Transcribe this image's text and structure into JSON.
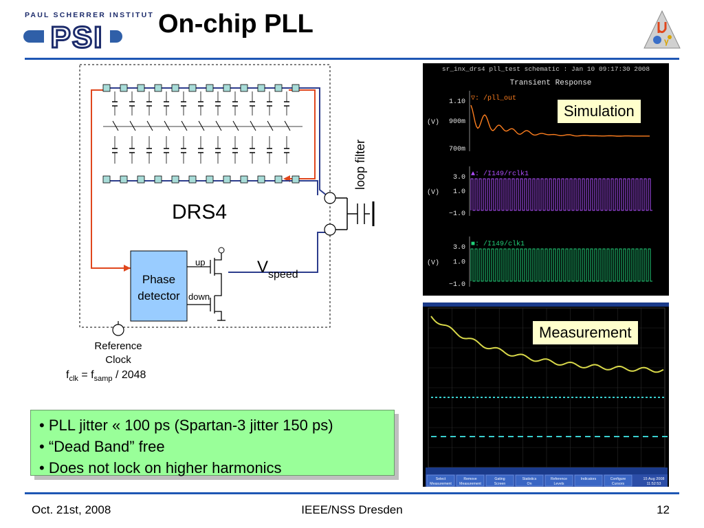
{
  "header": {
    "logo_text": "PAUL SCHERRER INSTITUT",
    "logo_mark": "PSI",
    "title": "On-chip PLL"
  },
  "schematic": {
    "chip_label": "DRS4",
    "phase_detector": [
      "Phase",
      "detector"
    ],
    "up_label": "up",
    "down_label": "down",
    "vspeed_main": "V",
    "vspeed_sub": "speed",
    "loop_filter": "loop filter",
    "reference_clock": [
      "Reference",
      "Clock"
    ],
    "fclk_f": "f",
    "fclk_sub": "clk",
    "fclk_eq": " = f",
    "fsamp_sub": "samp",
    "fclk_tail": " / 2048"
  },
  "simulation": {
    "header": "sr_inx_drs4 pll_test schematic : Jan 10 09:17:30 2008",
    "subtitle": "Transient Response",
    "callout": "Simulation",
    "traces": [
      {
        "name": "▽: /pll_out",
        "ticks": [
          "1.10",
          "900m",
          "700m"
        ],
        "unit": "(V)",
        "color": "#ff7f1f"
      },
      {
        "name": "▲: /I149/rclk1",
        "ticks": [
          "3.0",
          "1.0",
          "−1.0"
        ],
        "unit": "(V)",
        "color": "#b14fff"
      },
      {
        "name": "■: /I149/clk1",
        "ticks": [
          "3.0",
          "1.0",
          "−1.0"
        ],
        "unit": "(V)",
        "color": "#22d17a"
      }
    ]
  },
  "measurement": {
    "callout": "Measurement",
    "menu": [
      "Select Measurement",
      "Remove Measurement",
      "Gating Screen",
      "Statistics On",
      "Reference Levels",
      "Indicators",
      "Configure Cursors"
    ],
    "date": [
      "15 Aug 2008",
      "11:52:53"
    ]
  },
  "bullets": [
    "PLL jitter « 100 ps (Spartan-3 jitter 150 ps)",
    "“Dead Band” free",
    "Does not lock on higher harmonics"
  ],
  "footer": {
    "date": "Oct. 21st, 2008",
    "conference": "IEEE/NSS Dresden",
    "page": "12"
  },
  "colors": {
    "accent": "#1e56b4",
    "feedback_wire": "#e0461c",
    "bullet_box": "#99ff99",
    "callout": "#ffffcc",
    "phase_detector": "#99ccff"
  }
}
